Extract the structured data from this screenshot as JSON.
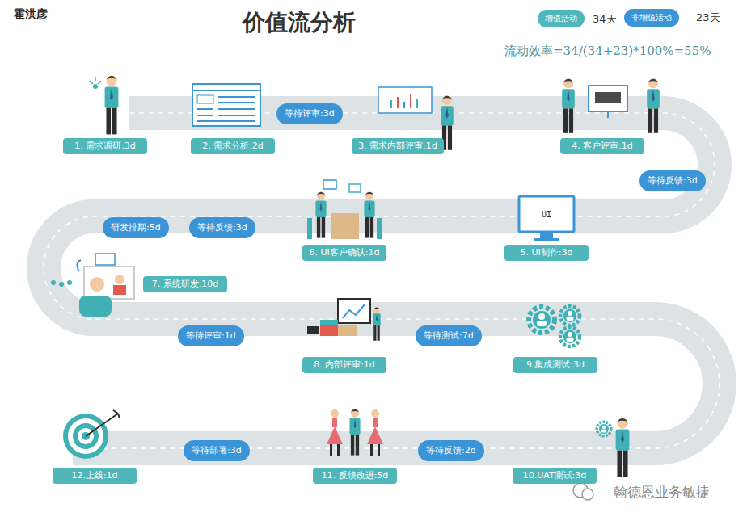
{
  "diagram": {
    "title": "价值流分析",
    "nodes": [
      {
        "text": [
          "1. 需求调研:3d"
        ]
      },
      {
        "text": [
          "2. 需求分析:2d"
        ]
      },
      {
        "text": [
          "等待评审:3d"
        ]
      },
      {
        "text": [
          "3. 需求内部评审:1d"
        ]
      },
      {
        "text": [
          "4. 客户评审:1d"
        ]
      },
      {
        "text": [
          "等待反馈:3d"
        ]
      },
      {
        "text": [
          "5. UI制作:3d"
        ]
      },
      {
        "text": [
          "6. UI客户确认:1d"
        ]
      },
      {
        "text": [
          "等待反馈:3d"
        ]
      },
      {
        "text": [
          "研发排期:5d"
        ]
      },
      {
        "text": [
          "7. 系统研发:10d"
        ]
      },
      {
        "text": [
          "等待评审:1d"
        ]
      },
      {
        "text": [
          "8. 内部评审:1d"
        ]
      },
      {
        "text": [
          "等待测试:7d"
        ]
      },
      {
        "text": [
          "9.集成测试:3d"
        ]
      },
      {
        "text": [
          "10.UAT测试:3d"
        ]
      },
      {
        "text": [
          "等待反馈:2d"
        ]
      },
      {
        "text": [
          "11. 反馈改进:5d"
        ]
      },
      {
        "text": [
          "等待部署:3d"
        ]
      },
      {
        "text": [
          "12.上线:1d"
        ]
      }
    ],
    "labels": [
      "霍洪彦",
      "34天",
      "23天",
      "流动效率=34/(34+23)*100%=55%",
      "UI",
      "翰德恩业务敏捷"
    ],
    "legend": [
      {
        "text": "增值活动",
        "color": "#4fb7ba"
      },
      {
        "text": "非增值活动",
        "color": "#3a94d6"
      }
    ]
  }
}
